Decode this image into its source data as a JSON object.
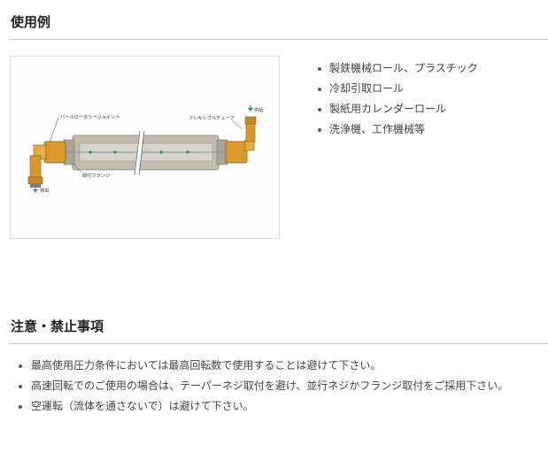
{
  "usage_section": {
    "title": "使用例",
    "figure": {
      "labels": {
        "pearl_rotary_joint": "パールロータリージョイント",
        "flexible_tube": "フレキシブルチューブ",
        "supply": "供給",
        "discharge": "排出",
        "mounting_flange": "取付フランジ"
      }
    },
    "items": [
      "製鉄機械ロール、プラスチック",
      "冷却引取ロール",
      "製紙用カレンダーロール",
      "洗浄機、工作機械等"
    ]
  },
  "caution_section": {
    "title": "注意・禁止事項",
    "items": [
      "最高使用圧力条件においては最高回転数で使用することは避けて下さい。",
      "高速回転でのご使用の場合は、テーパーネジ取付を避け、並行ネジかフランジ取付をご採用下さい。",
      "空運転（流体を通さないで）は避けて下さい。"
    ]
  },
  "colors": {
    "joint_gold": "#d79a2b",
    "roll_gray": "#b9b2a6",
    "flow_arrow_green": "#2e9e4f",
    "rule_gray": "#cfcfcf"
  }
}
